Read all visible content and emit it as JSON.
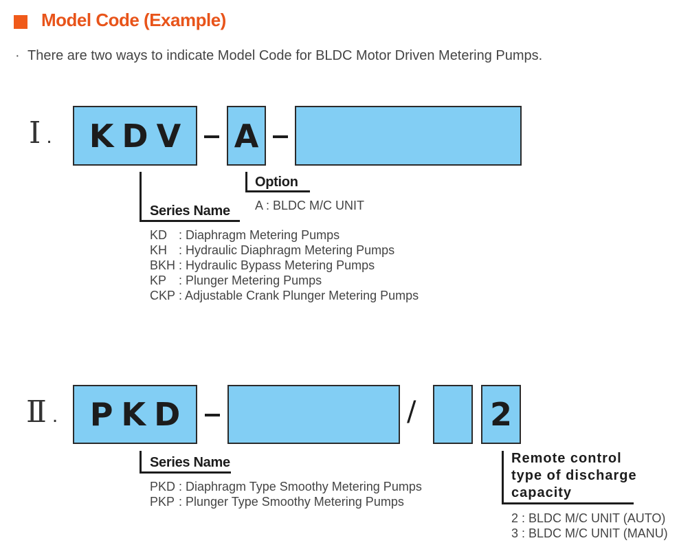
{
  "header": {
    "title": "Model Code (Example)",
    "bullet": "·",
    "intro": "There are two ways to indicate Model Code for BLDC Motor Driven Metering Pumps."
  },
  "section1": {
    "numeral": "Ⅰ",
    "dot": ".",
    "series_code": "KDV",
    "option_code": "A",
    "option_label": "Option",
    "option_text": "A : BLDC M/C UNIT",
    "series_label": "Series Name",
    "series_items": [
      {
        "code": "KD",
        "desc": ": Diaphragm Metering Pumps"
      },
      {
        "code": "KH",
        "desc": ": Hydraulic Diaphragm Metering Pumps"
      },
      {
        "code": "BKH",
        "desc": ": Hydraulic Bypass Metering Pumps"
      },
      {
        "code": "KP",
        "desc": ": Plunger Metering Pumps"
      },
      {
        "code": "CKP",
        "desc": ": Adjustable Crank Plunger Metering Pumps"
      }
    ]
  },
  "section2": {
    "numeral": "Ⅱ",
    "dot": ".",
    "series_code": "PKD",
    "slash": "/",
    "remote_code": "2",
    "series_label": "Series Name",
    "series_items": [
      {
        "code": "PKD",
        "desc": ": Diaphragm Type Smoothy Metering Pumps"
      },
      {
        "code": "PKP",
        "desc": ": Plunger Type Smoothy Metering Pumps"
      }
    ],
    "remote_label": "Remote control type of discharge capacity",
    "remote_items": [
      "2 : BLDC M/C UNIT (AUTO)",
      "3 : BLDC M/C UNIT (MANU)"
    ]
  },
  "colors": {
    "accent": "#e8541a",
    "box_fill": "#82cef4",
    "box_border": "#2a2a2a"
  }
}
